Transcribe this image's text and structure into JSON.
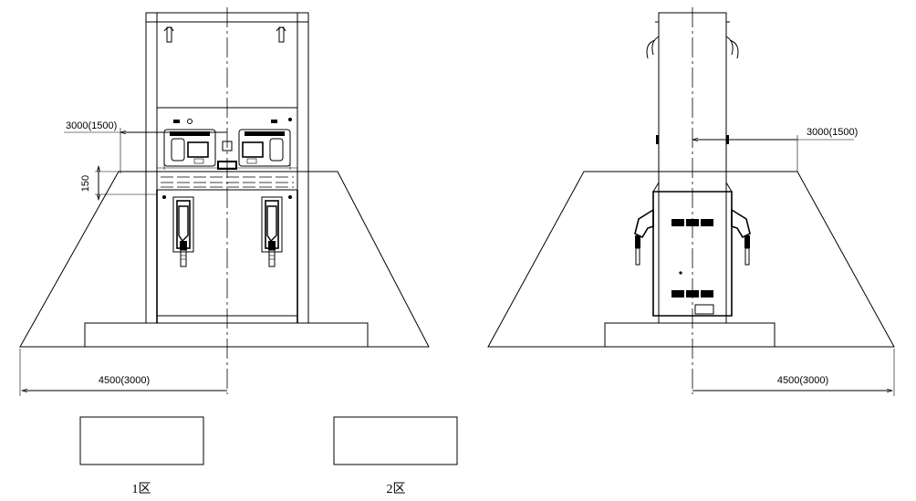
{
  "left_view": {
    "dim_side_clearance": "3000(1500)",
    "dim_height": "150",
    "dim_base_width": "4500(3000)"
  },
  "right_view": {
    "dim_side_clearance": "3000(1500)",
    "dim_base_width": "4500(3000)"
  },
  "legend": {
    "zone1_label": "1区",
    "zone2_label": "2区"
  },
  "colors": {
    "line": "#000000",
    "background": "#ffffff"
  }
}
